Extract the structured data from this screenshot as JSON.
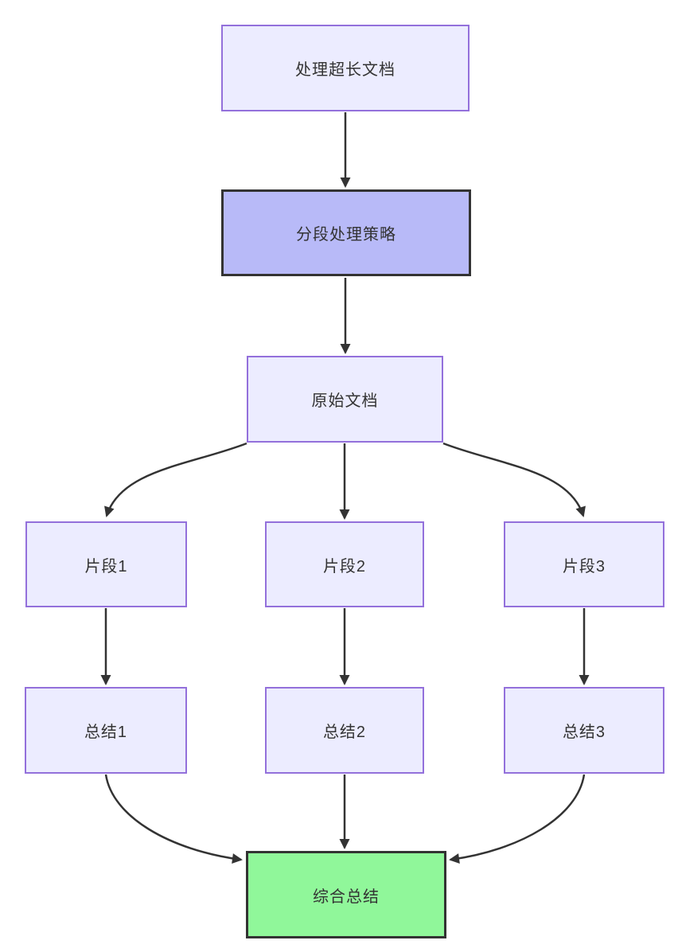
{
  "diagram": {
    "type": "flowchart",
    "direction": "top-down",
    "colors": {
      "default_node_fill": "#ECECFF",
      "default_node_border": "#9370DB",
      "highlight_node_fill": "#B8BAF8",
      "final_node_fill": "#90F79A",
      "dark_border": "#333333",
      "edge_color": "#333333",
      "text_color": "#333333"
    },
    "nodes": [
      {
        "id": "doc",
        "label": "处理超长文档",
        "fill": "#ECECFF",
        "border": "#9370DB",
        "border_width": 2
      },
      {
        "id": "strategy",
        "label": "分段处理策略",
        "fill": "#B8BAF8",
        "border": "#333333",
        "border_width": 3.5
      },
      {
        "id": "original",
        "label": "原始文档",
        "fill": "#ECECFF",
        "border": "#9370DB",
        "border_width": 2
      },
      {
        "id": "seg1",
        "label": "片段1",
        "fill": "#ECECFF",
        "border": "#9370DB",
        "border_width": 2
      },
      {
        "id": "seg2",
        "label": "片段2",
        "fill": "#ECECFF",
        "border": "#9370DB",
        "border_width": 2
      },
      {
        "id": "seg3",
        "label": "片段3",
        "fill": "#ECECFF",
        "border": "#9370DB",
        "border_width": 2
      },
      {
        "id": "sum1",
        "label": "总结1",
        "fill": "#ECECFF",
        "border": "#9370DB",
        "border_width": 2
      },
      {
        "id": "sum2",
        "label": "总结2",
        "fill": "#ECECFF",
        "border": "#9370DB",
        "border_width": 2
      },
      {
        "id": "sum3",
        "label": "总结3",
        "fill": "#ECECFF",
        "border": "#9370DB",
        "border_width": 2
      },
      {
        "id": "final",
        "label": "综合总结",
        "fill": "#90F79A",
        "border": "#333333",
        "border_width": 3.5
      }
    ],
    "edges": [
      {
        "from": "doc",
        "to": "strategy"
      },
      {
        "from": "strategy",
        "to": "original"
      },
      {
        "from": "original",
        "to": "seg1"
      },
      {
        "from": "original",
        "to": "seg2"
      },
      {
        "from": "original",
        "to": "seg3"
      },
      {
        "from": "seg1",
        "to": "sum1"
      },
      {
        "from": "seg2",
        "to": "sum2"
      },
      {
        "from": "seg3",
        "to": "sum3"
      },
      {
        "from": "sum1",
        "to": "final"
      },
      {
        "from": "sum2",
        "to": "final"
      },
      {
        "from": "sum3",
        "to": "final"
      }
    ]
  }
}
